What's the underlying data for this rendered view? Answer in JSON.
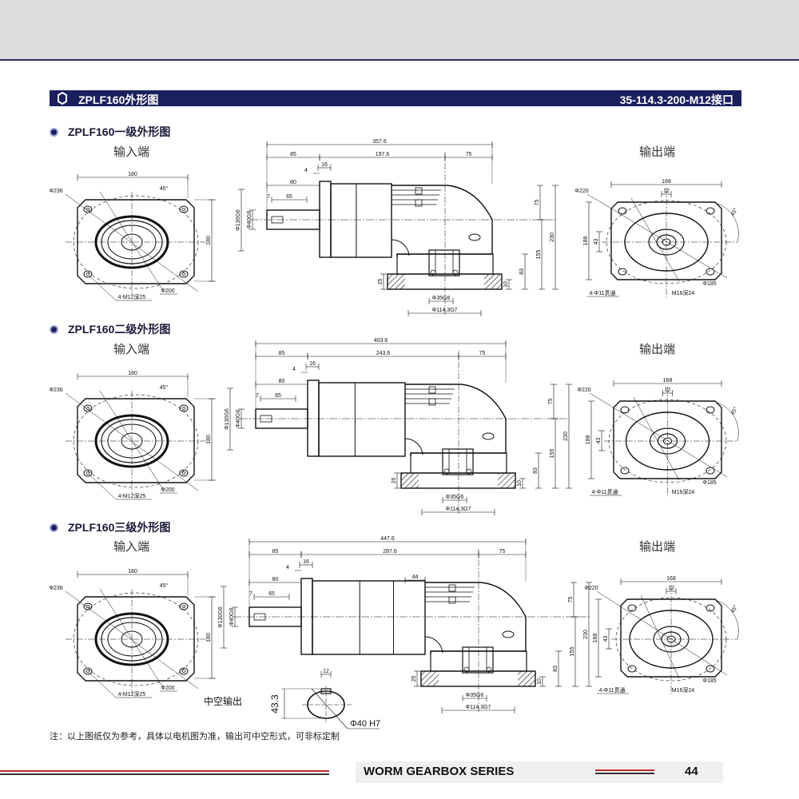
{
  "title_bar": {
    "left": "ZPLF160外形图",
    "right": "35-114.3-200-M12接口",
    "icon": "gear-icon",
    "color": "#1b1f5e"
  },
  "sections": [
    {
      "title": "ZPLF160一级外形图",
      "input_label": "输入端",
      "output_label": "输出端",
      "side": {
        "total": "357.6",
        "a": "85",
        "b": "197.6",
        "c": "75"
      }
    },
    {
      "title": "ZPLF160二级外形图",
      "input_label": "输入端",
      "output_label": "输出端",
      "side": {
        "total": "403.6",
        "a": "85",
        "b": "243.6",
        "c": "75"
      }
    },
    {
      "title": "ZPLF160三级外形图",
      "input_label": "输入端",
      "output_label": "输出端",
      "side": {
        "total": "447.6",
        "a": "85",
        "b": "287.6",
        "c": "75",
        "extra": "44"
      }
    }
  ],
  "side_common": {
    "d4": "4",
    "d16": "16",
    "d80": "80",
    "d7": "7",
    "d65": "65",
    "flange_dia": "Φ130G6",
    "shaft_dia": "Φ40G6",
    "h75": "75",
    "h230": "230",
    "h155": "155",
    "h83": "83",
    "h10": "10",
    "h25": "25",
    "bore": "Φ35G6",
    "pilot": "Φ114.3G7"
  },
  "input_view": {
    "width": "180",
    "pcd_outer": "Φ236",
    "angle": "45°",
    "height": "180",
    "pcd": "Φ200",
    "holes": "4-M12深25"
  },
  "output_view": {
    "width": "168",
    "key": "12",
    "outer": "Φ220",
    "angle": "45°",
    "height": "188",
    "h43": "43",
    "holes": "4-Φ11贯通",
    "tap": "M16深24",
    "pcd": "Φ185"
  },
  "hollow": {
    "label": "中空输出",
    "key": "12",
    "height": "43.3",
    "bore": "Φ40  H7"
  },
  "note": "注：以上图纸仅为参考，具体以电机图为准，输出可中空形式，可非标定制",
  "footer": {
    "series": "WORM GEARBOX SERIES",
    "page": "44",
    "accent_red": "#c0272d",
    "accent_dark": "#333333"
  }
}
